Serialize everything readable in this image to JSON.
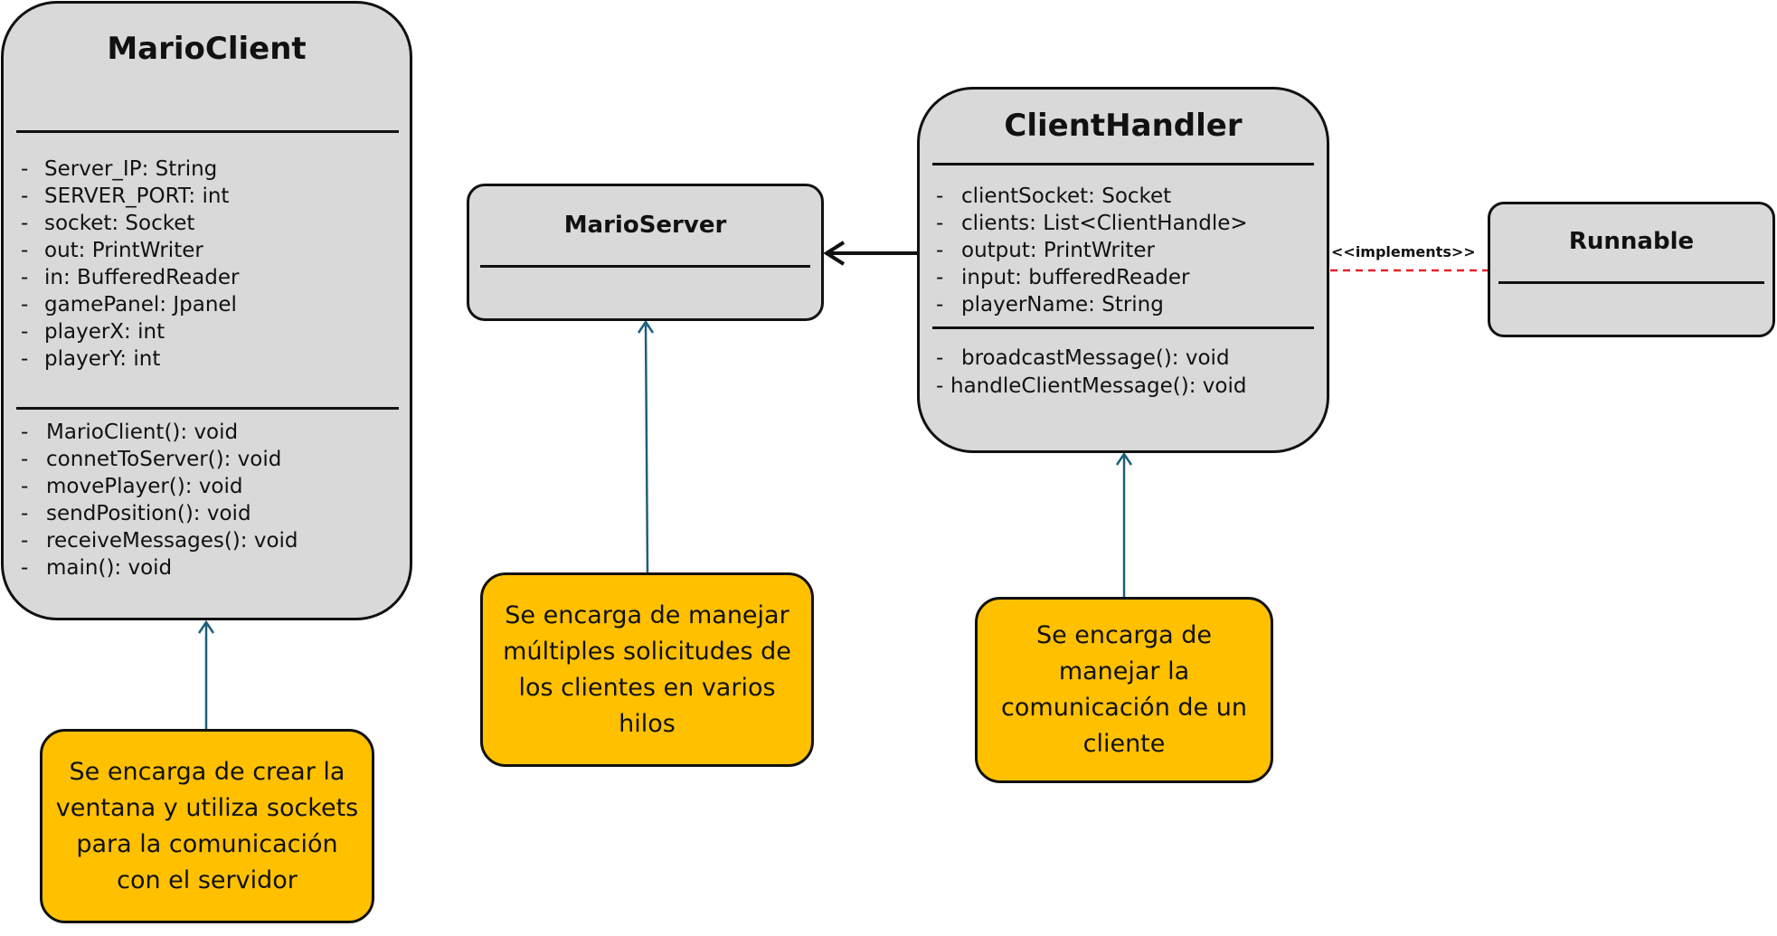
{
  "classes": {
    "mario_client": {
      "name": "MarioClient",
      "attributes": [
        "Server_IP: String",
        "SERVER_PORT: int",
        "socket: Socket",
        "out: PrintWriter",
        "in: BufferedReader",
        "gamePanel: Jpanel",
        "playerX: int",
        "playerY: int"
      ],
      "methods": [
        "MarioClient(): void",
        "connetToServer(): void",
        "movePlayer(): void",
        "sendPosition(): void",
        "receiveMessages(): void",
        "main(): void"
      ]
    },
    "mario_server": {
      "name": "MarioServer",
      "attributes": [],
      "methods": []
    },
    "client_handler": {
      "name": "ClientHandler",
      "attributes": [
        "clientSocket: Socket",
        "clients: List<ClientHandle>",
        "output: PrintWriter",
        "input: bufferedReader",
        "playerName: String"
      ],
      "methods": [
        "broadcastMessage(): void",
        "handleClientMessage(): void"
      ]
    },
    "runnable": {
      "name": "Runnable",
      "attributes": [],
      "methods": []
    }
  },
  "relations": {
    "implements_label": "<<implements>>",
    "colors": {
      "implements_line": "#e8212a",
      "association_line": "#111111",
      "note_link": "#1f5f7a"
    }
  },
  "notes": {
    "mario_client": "Se encarga de crear la ventana y utiliza sockets para la comunicación con el servidor",
    "mario_server": "Se encarga de manejar múltiples solicitudes de los clientes en varios hilos",
    "client_handler": "Se encarga de manejar la comunicación de un cliente"
  },
  "colors": {
    "class_fill": "#d9d9d9",
    "note_fill": "#ffc000",
    "border": "#111111"
  }
}
